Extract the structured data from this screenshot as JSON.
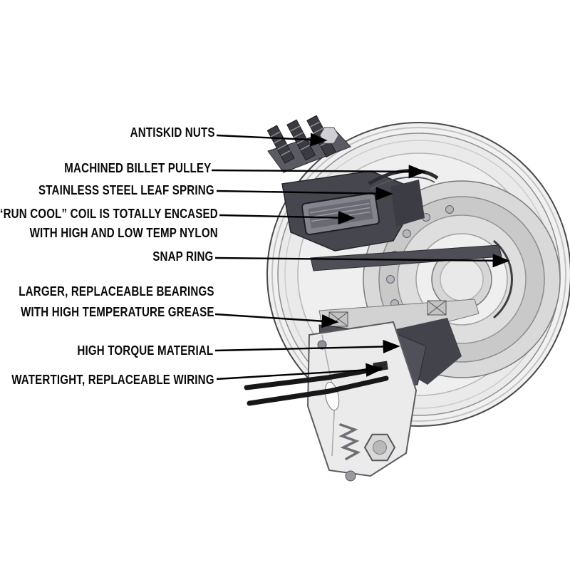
{
  "diagram": {
    "background_color": "#ffffff",
    "leader_line_color": "#000000",
    "labels": {
      "antiskid_nuts": "ANTISKID NUTS",
      "machined_billet_pulley": "MACHINED BILLET PULLEY",
      "stainless_steel_leaf_spring": "STAINLESS STEEL LEAF SPRING",
      "run_cool_coil_line1": "“RUN COOL” COIL IS TOTALLY ENCASED",
      "run_cool_coil_line2": "WITH HIGH AND LOW TEMP NYLON",
      "snap_ring": "SNAP RING",
      "bearings_line1": "LARGER, REPLACEABLE BEARINGS",
      "bearings_line2": "WITH HIGH TEMPERATURE GREASE",
      "high_torque_material": "HIGH TORQUE MATERIAL",
      "watertight_wiring": "WATERTIGHT, REPLACEABLE WIRING"
    }
  }
}
